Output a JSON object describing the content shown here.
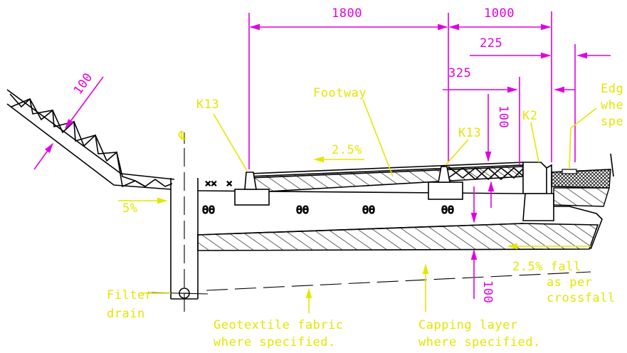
{
  "colors": {
    "dimension": "#e000e0",
    "annotation": "#e5e500",
    "linework": "#000000",
    "background": "#ffffff"
  },
  "dimensions": {
    "d_1800": "1800",
    "d_1000": "1000",
    "d_225": "225",
    "d_325": "325",
    "d_100_slope": "100",
    "d_100_kerb": "100",
    "d_100_capping": "100"
  },
  "labels": {
    "k13_left": "K13",
    "k13_right": "K13",
    "k2": "K2",
    "footway": "Footway",
    "centreline": "℄",
    "fall_footway": "2.5%",
    "fall_verge": "5%",
    "fall_carriageway": "2.5% fall",
    "as_per": "as per",
    "crossfall": "crossfall",
    "edge_line1": "Edg",
    "edge_line2": "whe",
    "edge_line3": "spe",
    "filter_line1": "Filter",
    "filter_line2": "drain",
    "geotextile_line1": "Geotextile fabric",
    "geotextile_line2": "where specified.",
    "capping_line1": "Capping layer",
    "capping_line2": "where specified."
  }
}
